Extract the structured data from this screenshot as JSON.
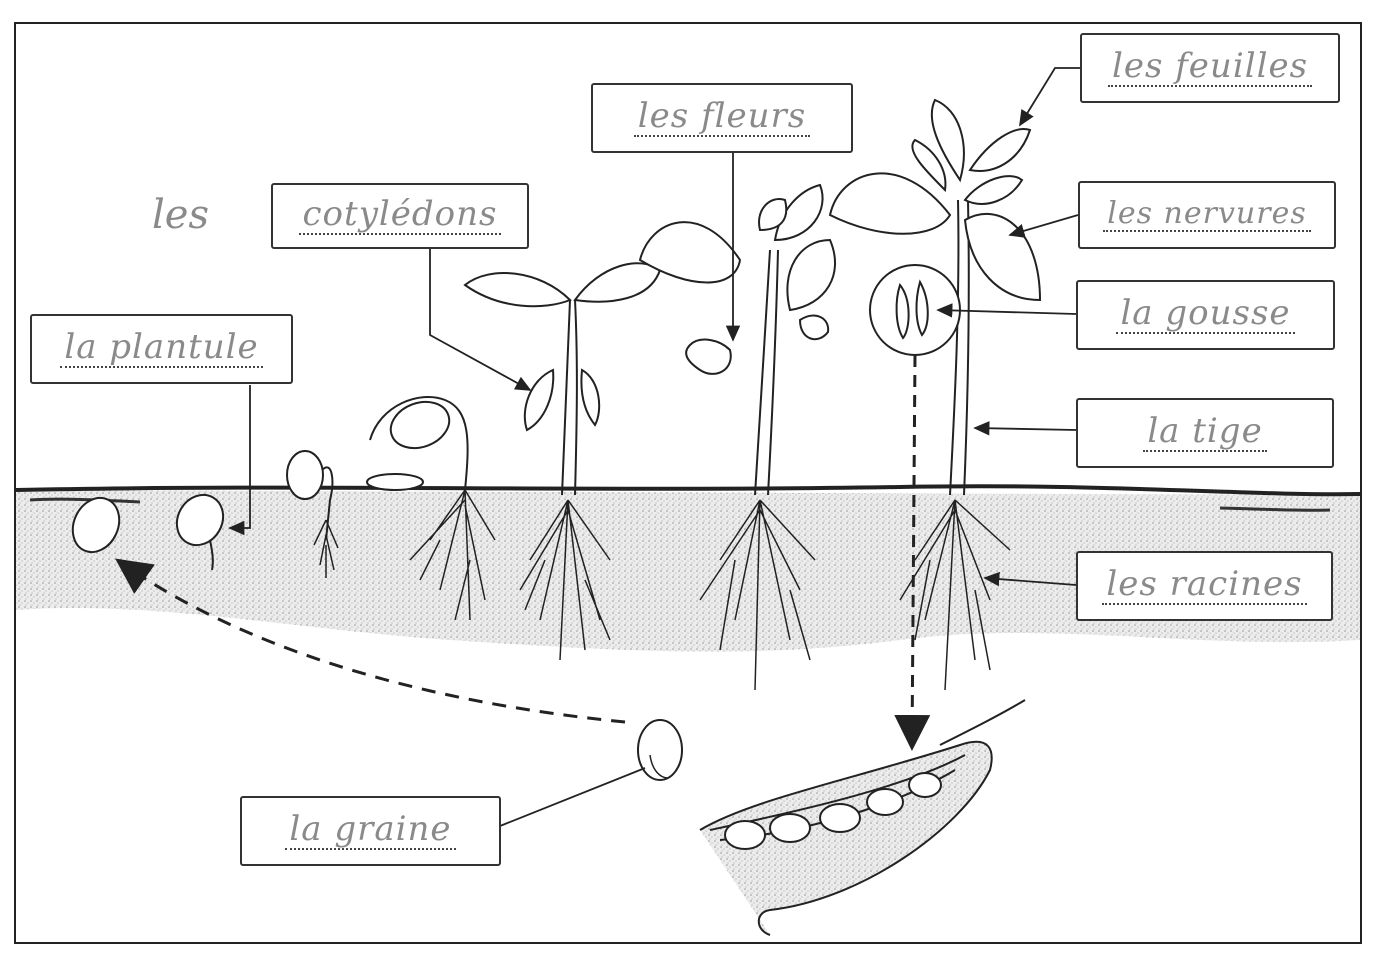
{
  "labels": {
    "article": "les",
    "cotyledons": "cotylédons",
    "plantule": "la plantule",
    "fleurs": "les fleurs",
    "feuilles": "les feuilles",
    "nervures": "les nervures",
    "gousse": "la gousse",
    "tige": "la tige",
    "racines": "les racines",
    "graine": "la graine"
  },
  "colors": {
    "ink": "#222222",
    "handwriting": "#8a8a8a",
    "soil": "#d6d6d6"
  }
}
